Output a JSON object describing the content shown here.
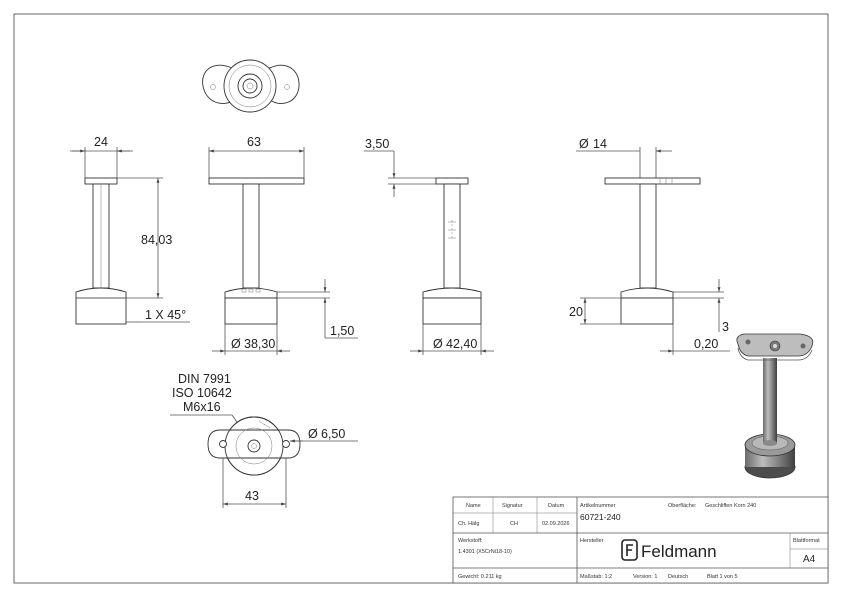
{
  "drawing": {
    "dims": {
      "d24": "24",
      "d63": "63",
      "d3_50": "3,50",
      "d14": "14",
      "d84_03": "84,03",
      "d1x45": "1 X 45°",
      "d38_30": "38,30",
      "d1_50": "1,50",
      "d42_40": "42,40",
      "d20": "20",
      "d3": "3",
      "d0_20": "0,20",
      "d6_50": "6,50",
      "d43": "43",
      "dia_symbol": "Ø"
    },
    "thread_note": [
      "DIN 7991",
      "ISO 10642",
      "M6x16"
    ]
  },
  "title_block": {
    "name_label": "Name",
    "signatur_label": "Signatur",
    "datum_label": "Datum",
    "name_value": "Ch. Hälg",
    "signatur_value": "CH",
    "datum_value": "02.09.2026",
    "artikel_label": "Artikelnummer",
    "artikel_value": "60721-240",
    "oberflaeche_label": "Oberfläche:",
    "oberflaeche_value": "Geschliffen Korn 240",
    "werkstoff_label": "Werkstoff:",
    "werkstoff_value": "1.4301 (X5CrNi18-10)",
    "hersteller_label": "Hersteller",
    "logo_text": "Feldmann",
    "blattformat_label": "Blattformat",
    "blattformat_value": "A4",
    "gewicht": "Gewicht: 0.211 kg",
    "massstab": "Maßstab: 1:2",
    "version": "Version: 1",
    "sprache": "Deutsch",
    "blatt": "Blatt 1 von 5"
  },
  "colors": {
    "line": "#333333",
    "dim_line": "#555555",
    "logo": "#222222"
  }
}
